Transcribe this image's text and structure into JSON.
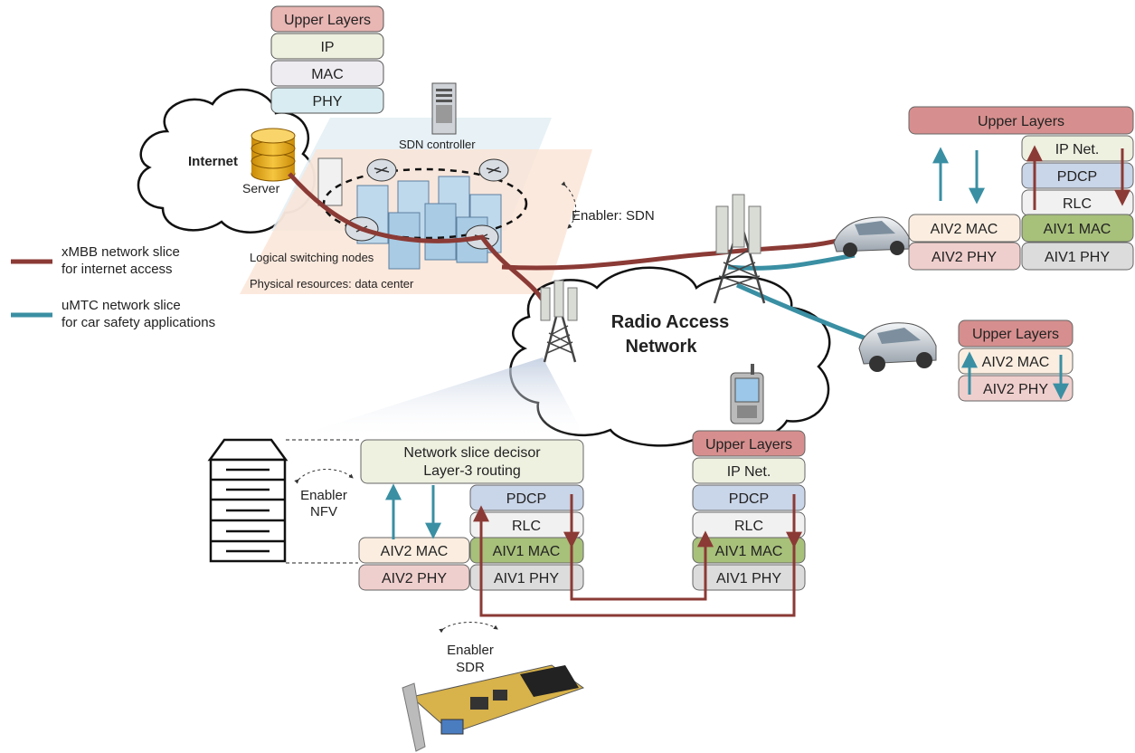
{
  "server_stack": [
    "Upper Layers",
    "IP",
    "MAC",
    "PHY"
  ],
  "internet": {
    "title": "Internet",
    "server": "Server"
  },
  "datacenter": {
    "sdn_controller": "SDN controller",
    "switching_nodes": "Logical switching nodes",
    "physical_resources": "Physical resources: data center",
    "enabler_sdn": "Enabler: SDN"
  },
  "legend": {
    "xmbb_line1": "xMBB network slice",
    "xmbb_line2": "for internet access",
    "umtc_line1": "uMTC network slice",
    "umtc_line2": "for car safety applications",
    "colors": {
      "xmbb": "#8b3a35",
      "umtc": "#3a8fa3"
    }
  },
  "ran": {
    "line1": "Radio Access",
    "line2": "Network"
  },
  "car1_stack": {
    "upper": "Upper Layers",
    "ipnet": "IP Net.",
    "pdcp": "PDCP",
    "rlc": "RLC",
    "aiv2_mac": "AIV2 MAC",
    "aiv1_mac": "AIV1 MAC",
    "aiv2_phy": "AIV2 PHY",
    "aiv1_phy": "AIV1 PHY"
  },
  "car2_stack": {
    "upper": "Upper Layers",
    "aiv2_mac": "AIV2 MAC",
    "aiv2_phy": "AIV2 PHY"
  },
  "bs_stack": {
    "decisor_line1": "Network slice decisor",
    "decisor_line2": "Layer-3 routing",
    "pdcp": "PDCP",
    "rlc": "RLC",
    "aiv2_mac": "AIV2 MAC",
    "aiv1_mac": "AIV1 MAC",
    "aiv2_phy": "AIV2 PHY",
    "aiv1_phy": "AIV1 PHY",
    "enabler_nfv_line1": "Enabler",
    "enabler_nfv_line2": "NFV"
  },
  "phone_stack": {
    "upper": "Upper Layers",
    "ipnet": "IP Net.",
    "pdcp": "PDCP",
    "rlc": "RLC",
    "aiv1_mac": "AIV1 MAC",
    "aiv1_phy": "AIV1 PHY"
  },
  "sdr": {
    "line1": "Enabler",
    "line2": "SDR"
  }
}
